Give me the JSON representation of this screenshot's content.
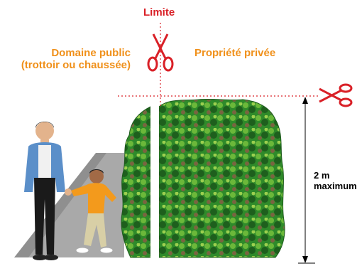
{
  "labels": {
    "limite": "Limite",
    "domaine_public_line1": "Domaine public",
    "domaine_public_line2": "(trottoir ou chaussée)",
    "propriete_privee": "Propriété privée",
    "height_value": "2 m",
    "height_note": "maximum"
  },
  "colors": {
    "limit_red": "#d92027",
    "label_orange": "#f0901a",
    "hedge_dark": "#1f6b21",
    "hedge_light": "#7cc243",
    "hedge_brown": "#6b5a3a",
    "sidewalk_gray": "#a9a9a9"
  },
  "icons": [
    "scissors-icon-top",
    "scissors-icon-right"
  ]
}
